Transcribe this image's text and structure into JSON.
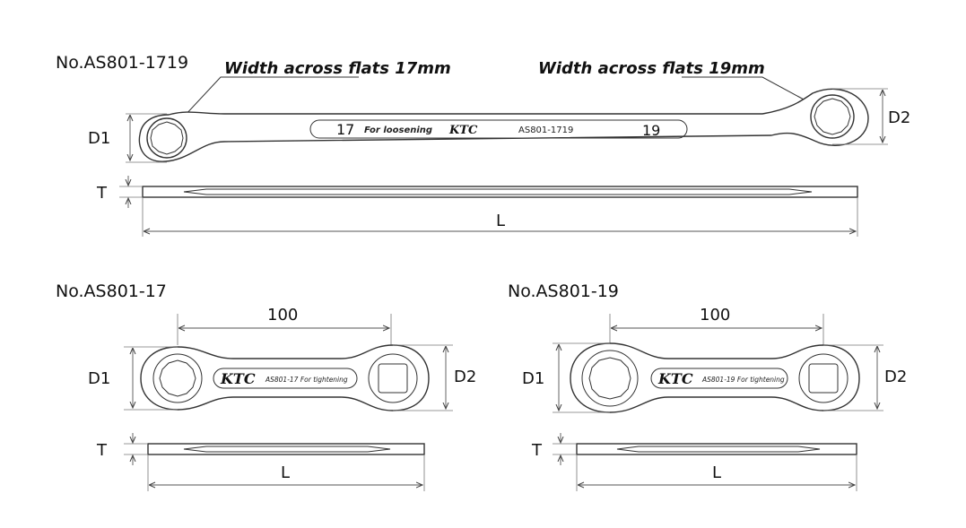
{
  "top": {
    "model": "No.AS801-1719",
    "annotation_left": "Width across flats 17mm",
    "annotation_right": "Width across flats 19mm",
    "label_left_size": "17",
    "label_purpose": "For loosening",
    "brand": "KTC",
    "label_model": "AS801-1719",
    "label_right_size": "19",
    "dim_d1": "D1",
    "dim_d2": "D2",
    "dim_t": "T",
    "dim_l": "L"
  },
  "left": {
    "model": "No.AS801-17",
    "dim_spacing": "100",
    "brand": "KTC",
    "label_text": "AS801-17 For tightening",
    "dim_d1": "D1",
    "dim_d2": "D2",
    "dim_t": "T",
    "dim_l": "L"
  },
  "right": {
    "model": "No.AS801-19",
    "dim_spacing": "100",
    "brand": "KTC",
    "label_text": "AS801-19 For tightening",
    "dim_d1": "D1",
    "dim_d2": "D2",
    "dim_t": "T",
    "dim_l": "L"
  }
}
